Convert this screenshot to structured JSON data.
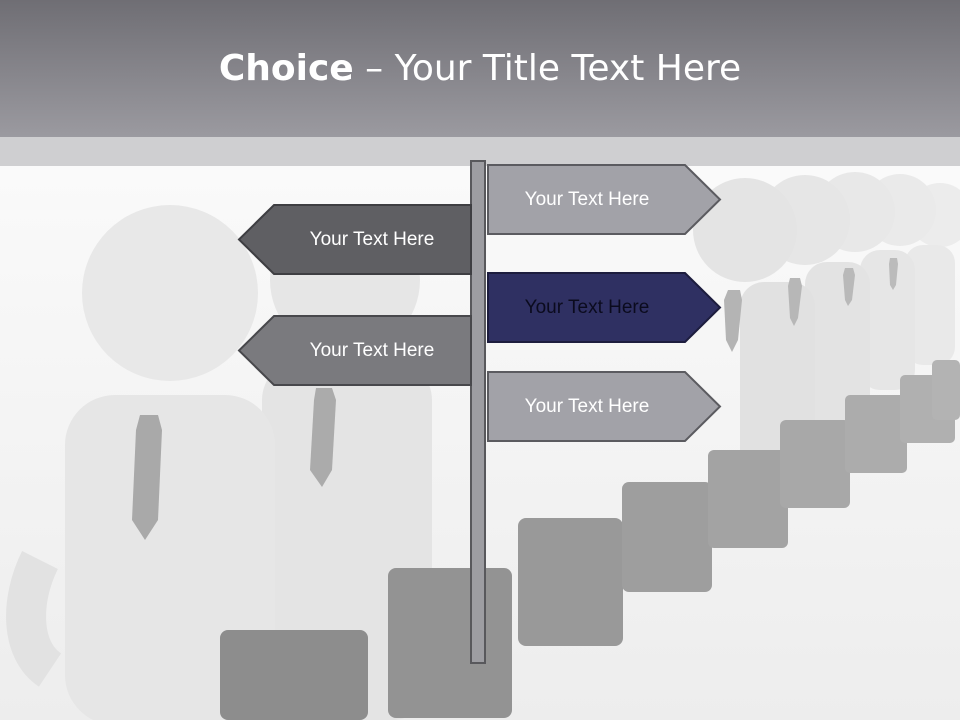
{
  "slide": {
    "title_bold": "Choice",
    "title_rest": " – Your Title Text Here"
  },
  "signs": [
    {
      "label": "Your Text Here",
      "direction": "right",
      "fill": "#a2a2a8",
      "text_color": "#ffffff"
    },
    {
      "label": "Your Text Here",
      "direction": "left",
      "fill": "#5f5f63",
      "text_color": "#ffffff"
    },
    {
      "label": "Your Text Here",
      "direction": "right",
      "fill": "#2f3062",
      "text_color": "#0b0b1e"
    },
    {
      "label": "Your Text Here",
      "direction": "left",
      "fill": "#7a7a7e",
      "text_color": "#ffffff"
    },
    {
      "label": "Your Text Here",
      "direction": "right",
      "fill": "#a2a2a8",
      "text_color": "#ffffff"
    }
  ]
}
